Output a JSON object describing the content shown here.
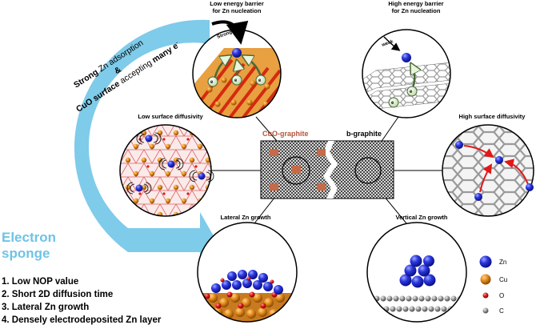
{
  "arc_text": {
    "line1_bold": "Strong",
    "line1_rest": " Zn adsorption",
    "amp": "&",
    "line2_bold": "CuO surface",
    "line2_mid": " accepting ",
    "line2_bold2": "many e",
    "line2_sup": "-"
  },
  "electron_sponge": {
    "title_line1": "Electron",
    "title_line2": "sponge",
    "points": [
      "1. Low NOP value",
      "2. Short 2D diffusion time",
      "3. Lateral Zn growth",
      "4. Densely electrodeposited Zn layer"
    ]
  },
  "top_left": {
    "title_line1": "Low energy barrier",
    "title_line2": "for Zn nucleation",
    "strong_label": "Strong",
    "electron_label": "e"
  },
  "top_right": {
    "title_line1": "High energy barrier",
    "title_line2": "for Zn nucleation",
    "weak_label": "weak",
    "electron_label": "e"
  },
  "mid_left": {
    "title": "Low surface diffusivity"
  },
  "mid_right": {
    "title": "High surface diffusivity"
  },
  "bot_left": {
    "title": "Lateral Zn growth"
  },
  "bot_right": {
    "title": "Vertical Zn growth"
  },
  "center": {
    "cuo_label": "CuO-graphite",
    "b_label": "b-graphite"
  },
  "legend": [
    {
      "label": "Zn",
      "color": "#1f2bd6"
    },
    {
      "label": "Cu",
      "color": "#e08a18"
    },
    {
      "label": "O",
      "color": "#e01818"
    },
    {
      "label": "C",
      "color": "#8c8c8c"
    }
  ],
  "colors": {
    "accent": "#6fc3e6",
    "cuo_label": "#b5543a"
  }
}
